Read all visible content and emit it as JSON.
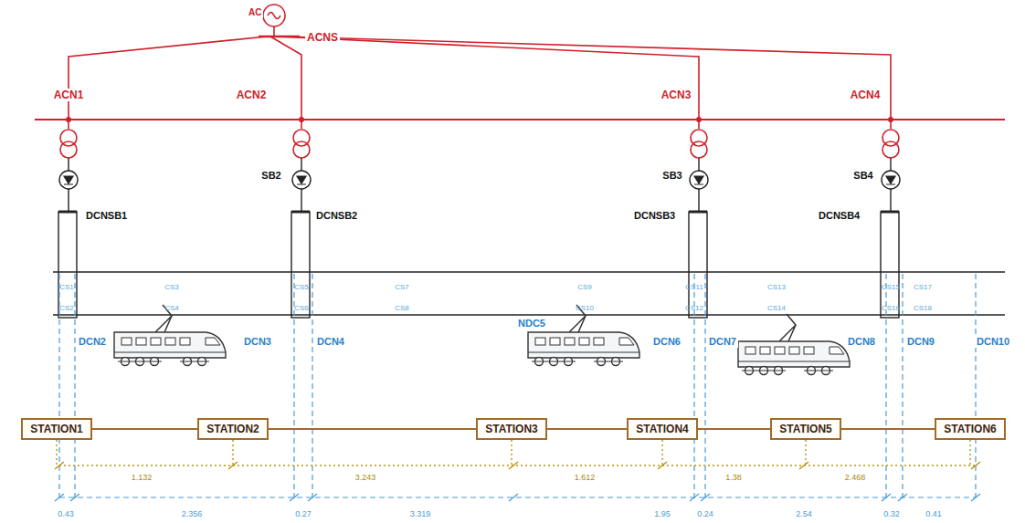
{
  "diagram": {
    "nodes": [
      {
        "text": [
          "STATION1"
        ]
      },
      {
        "text": [
          "STATION2"
        ]
      },
      {
        "text": [
          "STATION3"
        ]
      },
      {
        "text": [
          "STATION4"
        ]
      },
      {
        "text": [
          "STATION5"
        ]
      },
      {
        "text": [
          "STATION6"
        ]
      }
    ],
    "edges": [
      {
        "from": 0,
        "to": 1,
        "arrow": "none"
      },
      {
        "from": 1,
        "to": 2,
        "arrow": "none"
      },
      {
        "from": 2,
        "to": 3,
        "arrow": "none"
      },
      {
        "from": 3,
        "to": 4,
        "arrow": "none"
      },
      {
        "from": 4,
        "to": 5,
        "arrow": "none"
      }
    ],
    "labels": [
      "AC",
      "ACNS",
      "ACN1",
      "ACN2",
      "ACN3",
      "ACN4",
      "SB2",
      "SB3",
      "SB4",
      "DCNSB1",
      "DCNSB2",
      "DCNSB3",
      "DCNSB4",
      "CS1",
      "CS3",
      "CS5",
      "CS7",
      "CS9",
      "CS11",
      "CS13",
      "CS15",
      "CS17",
      "CS2",
      "CS4",
      "CS6",
      "CS8",
      "CS10",
      "CS12",
      "CS14",
      "CS16",
      "CS18",
      "DCN2",
      "DCN3",
      "DCN4",
      "NDC5",
      "DCN6",
      "DCN7",
      "DCN8",
      "DCN9",
      "DCN10",
      "1.132",
      "3.243",
      "1.612",
      "1.38",
      "2.468",
      "0.43",
      "2.356",
      "0.27",
      "3.319",
      "1.95",
      "0.24",
      "2.54",
      "0.32",
      "0.41"
    ]
  }
}
